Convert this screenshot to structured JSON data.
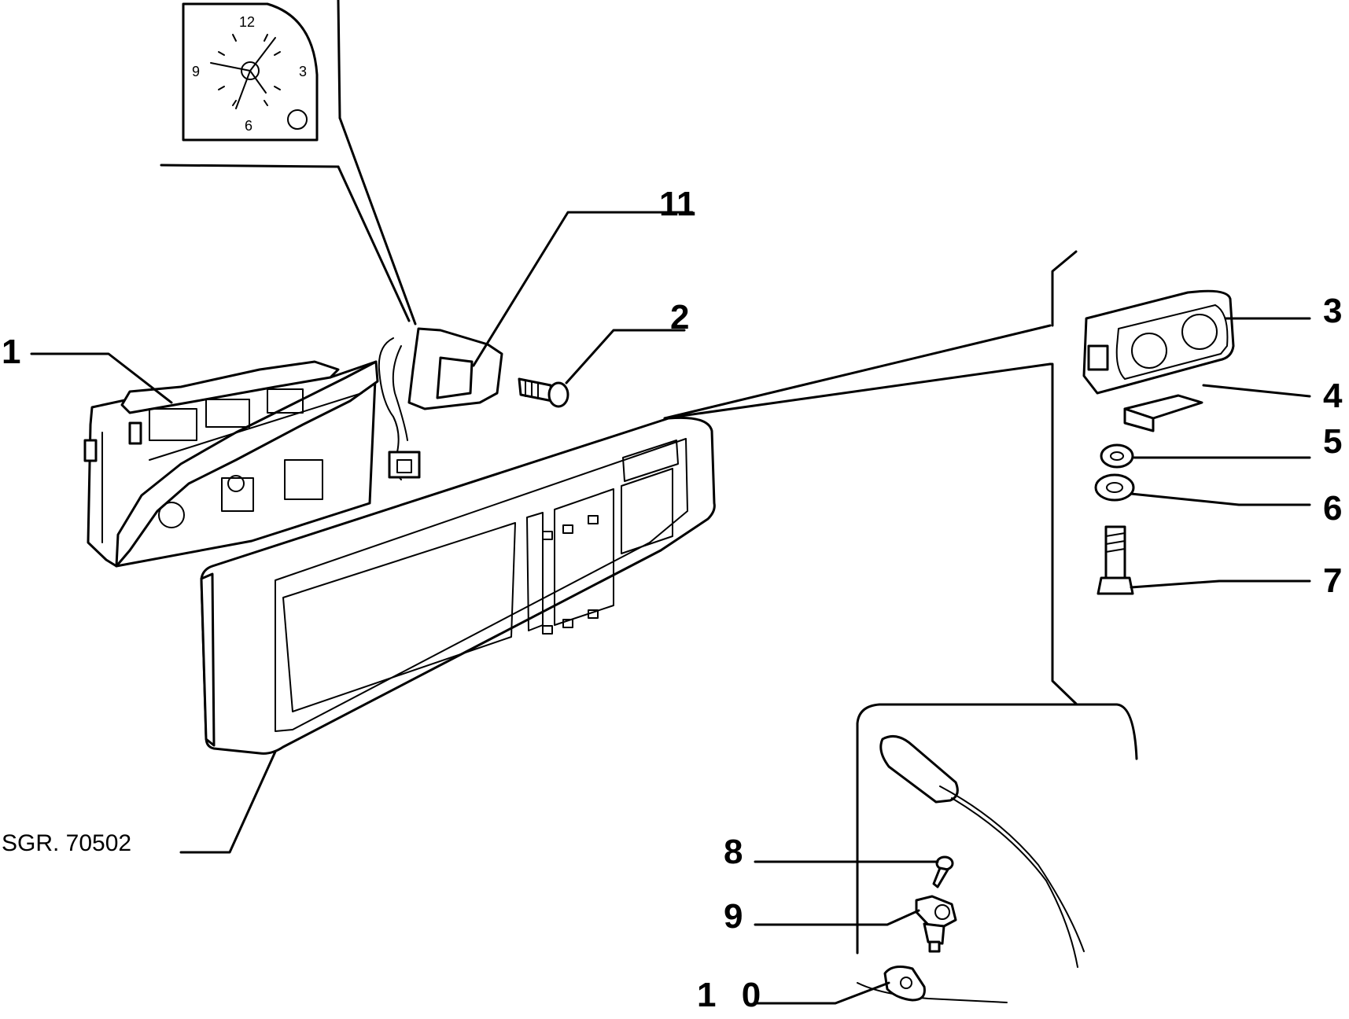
{
  "diagram": {
    "drawing_code": "SGR. 70502",
    "clock_numbers": [
      "12",
      "3",
      "6",
      "9"
    ],
    "callouts": [
      {
        "id": "1",
        "label": "1"
      },
      {
        "id": "2",
        "label": "2"
      },
      {
        "id": "3",
        "label": "3"
      },
      {
        "id": "4",
        "label": "4"
      },
      {
        "id": "5",
        "label": "5"
      },
      {
        "id": "6",
        "label": "6"
      },
      {
        "id": "7",
        "label": "7"
      },
      {
        "id": "8",
        "label": "8"
      },
      {
        "id": "9",
        "label": "9"
      },
      {
        "id": "10",
        "label": "1 0"
      },
      {
        "id": "11",
        "label": "11"
      }
    ]
  }
}
